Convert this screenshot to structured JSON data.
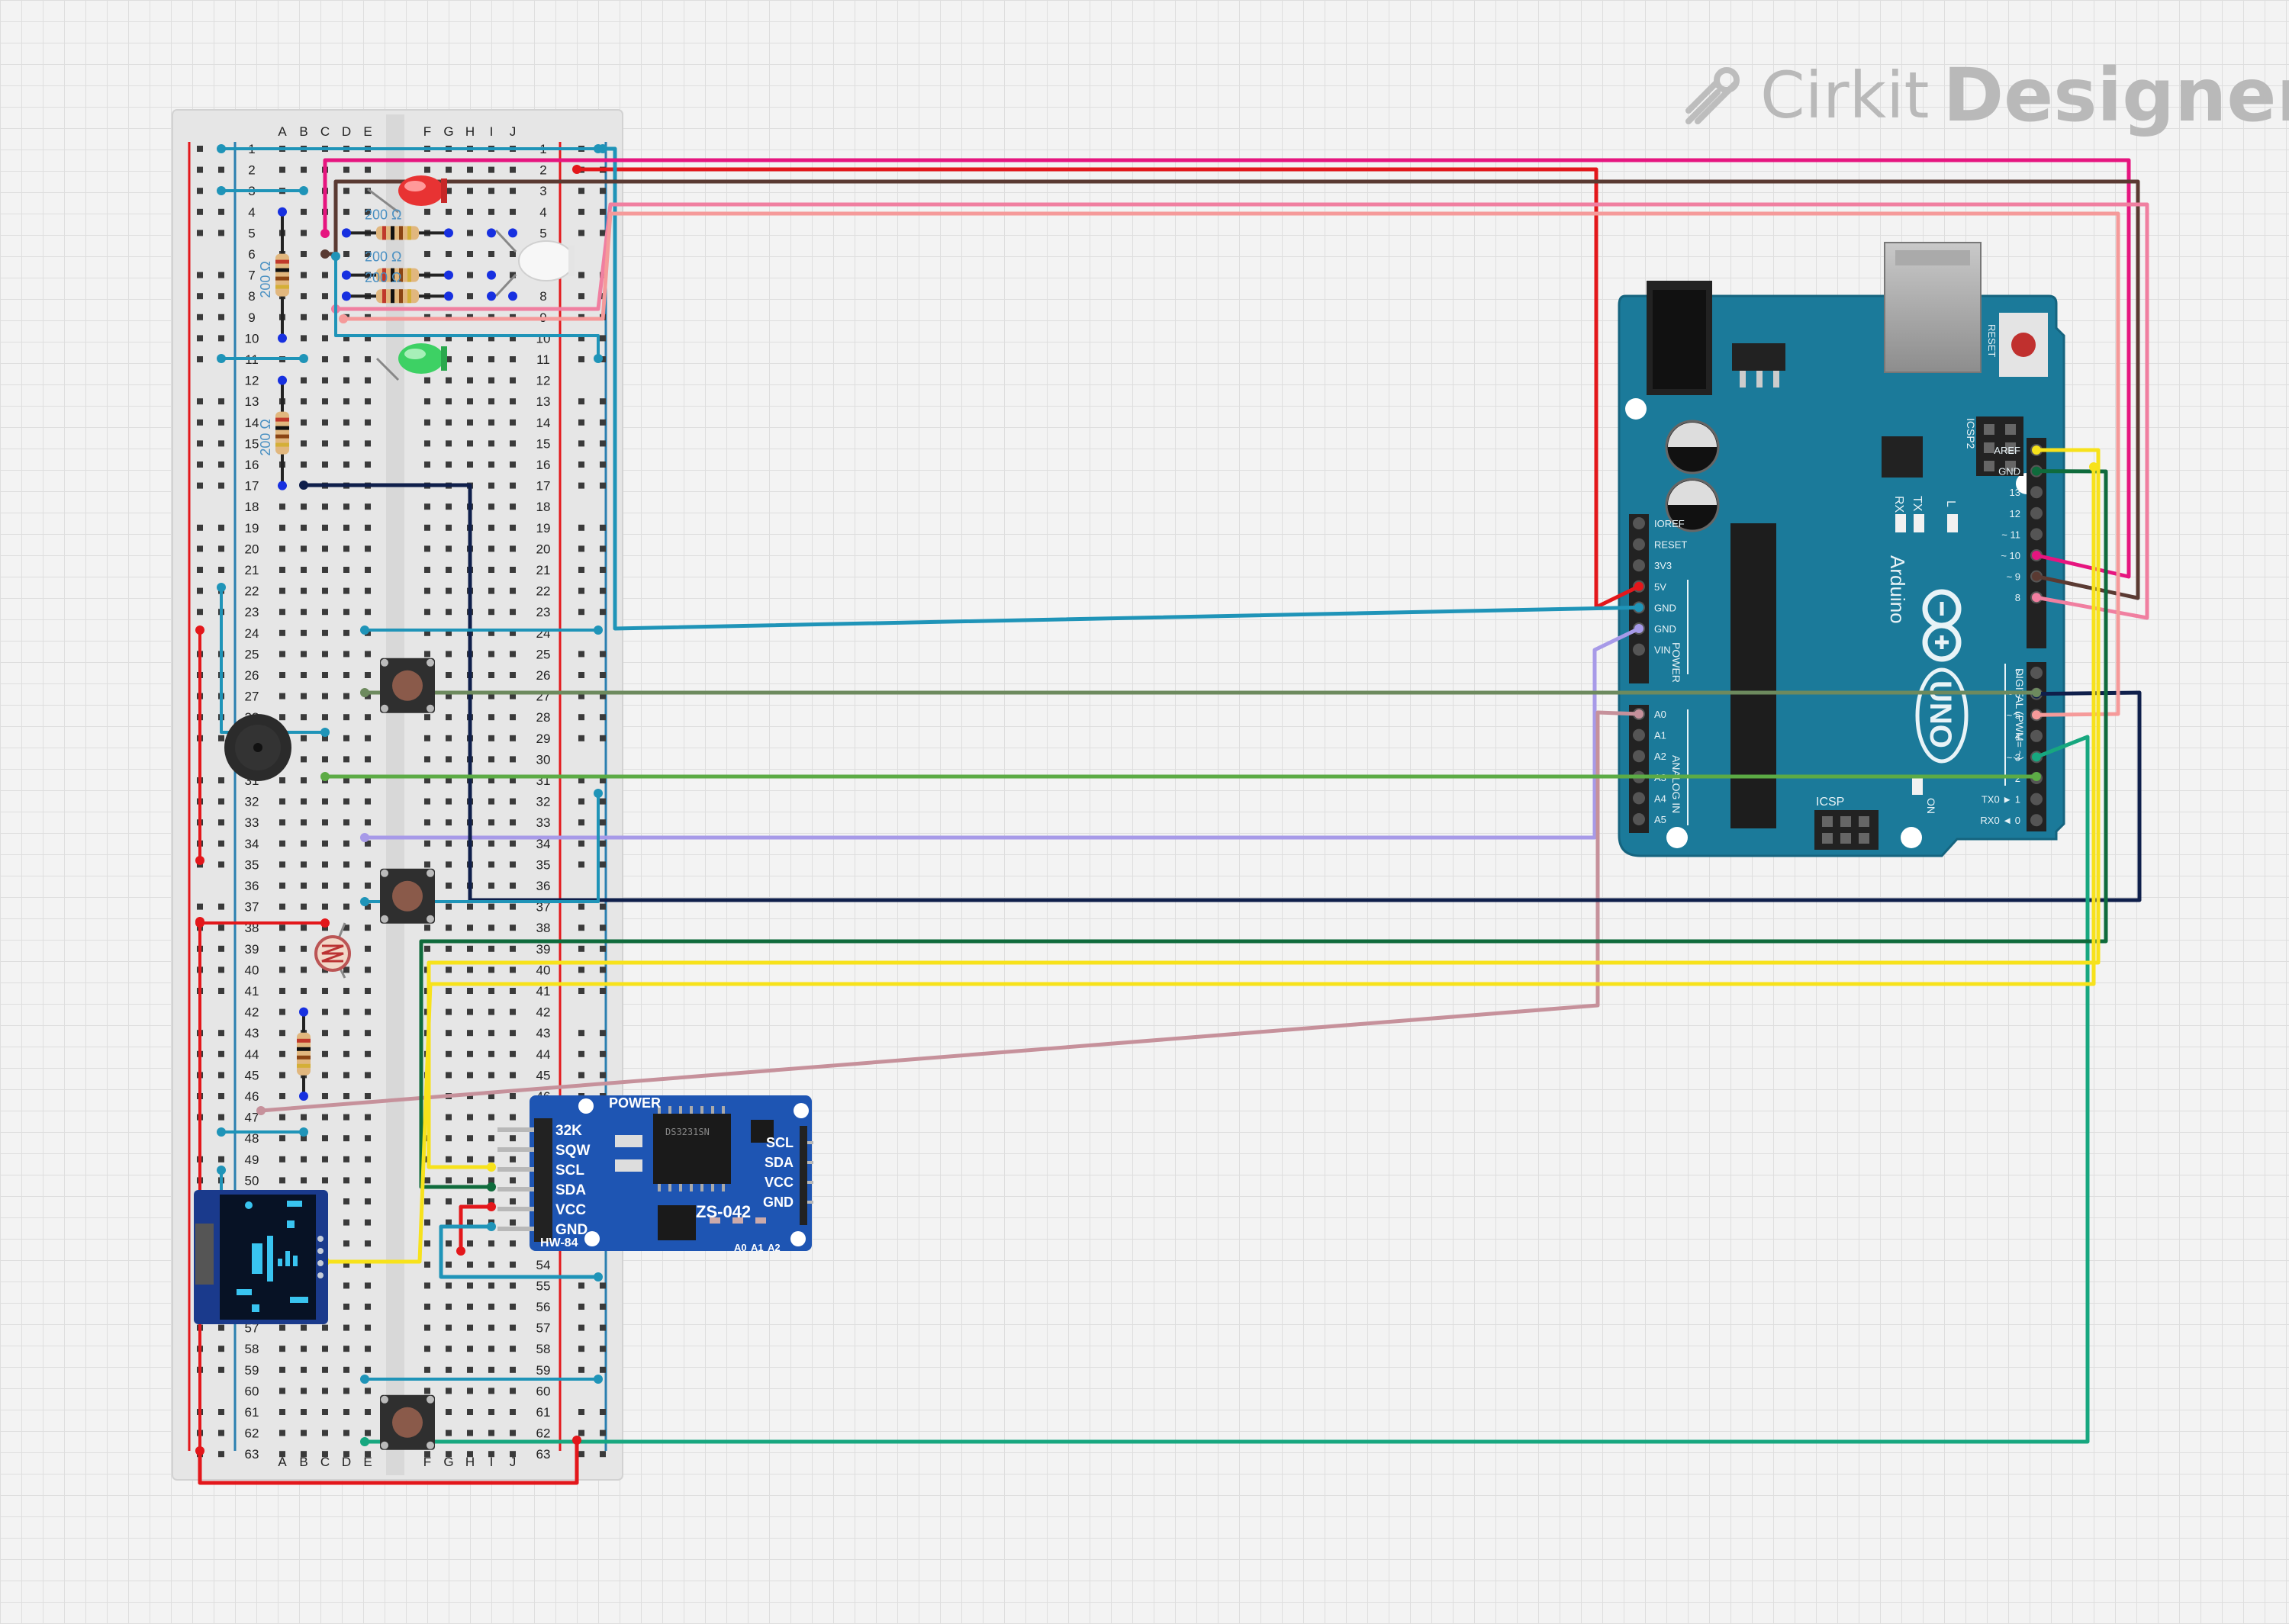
{
  "brand": {
    "cirkit": "Cirkit",
    "designer": "Designer"
  },
  "breadboard": {
    "columns_left": [
      "A",
      "B",
      "C",
      "D",
      "E"
    ],
    "columns_right": [
      "F",
      "G",
      "H",
      "I",
      "J"
    ],
    "rows": 63
  },
  "resistors": [
    {
      "label": "200 Ω"
    },
    {
      "label": "200 Ω"
    },
    {
      "label": "200 Ω"
    },
    {
      "label": "200 Ω"
    },
    {
      "label": "200 Ω"
    }
  ],
  "rtc": {
    "pins_left": [
      "32K",
      "SQW",
      "SCL",
      "SDA",
      "VCC",
      "GND"
    ],
    "pins_right": [
      "SCL",
      "SDA",
      "VCC",
      "GND"
    ],
    "power": "POWER",
    "model": "ZS-042",
    "chip": "DS3231SN",
    "board": "HW-84",
    "addr": [
      "A0",
      "A1",
      "A2"
    ]
  },
  "arduino": {
    "reset": "RESET",
    "icsp2": "ICSP2",
    "icsp": "ICSP",
    "tx": "TX",
    "rx": "RX",
    "l": "L",
    "on": "ON",
    "brand": "Arduino",
    "model": "UNO",
    "power_pins": [
      "IOREF",
      "RESET",
      "3V3",
      "5V",
      "GND",
      "GND",
      "VIN"
    ],
    "power_section": "POWER",
    "analog_pins": [
      "A0",
      "A1",
      "A2",
      "A3",
      "A4",
      "A5"
    ],
    "analog_section": "ANALOG IN",
    "digital_top": [
      "AREF",
      "GND",
      "13",
      "12",
      "~ 11",
      "~ 10",
      "~ 9",
      "8"
    ],
    "digital_bottom": [
      "7",
      "~ 6",
      "~ 5",
      "4",
      "~ 3",
      "2",
      "TX0 ► 1",
      "RX0 ◄ 0"
    ],
    "digital_section": "DIGITAL (PWM= ~)"
  },
  "colors": {
    "wire_red": "#e3171b",
    "wire_pink": "#e6157f",
    "wire_brown": "#5a3a32",
    "wire_salmon": "#f59a9a",
    "wire_lightpink": "#f07fa0",
    "wire_cyan": "#1f94b8",
    "wire_navy": "#0f1f4b",
    "wire_olive": "#6d8a5e",
    "wire_green": "#5cab45",
    "wire_lavender": "#a79ae8",
    "wire_mauve": "#c6919b",
    "wire_yellow": "#f7e21b",
    "wire_darkgreen": "#0f6b3c",
    "wire_teal": "#17a77f",
    "arduino_board": "#1b7a9a",
    "rtc_board": "#1e55b3",
    "oled_board": "#1a3a8c"
  }
}
